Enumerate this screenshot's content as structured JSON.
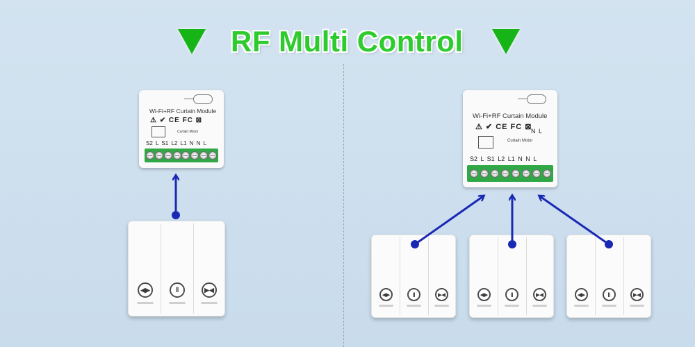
{
  "title": "RF Multi Control",
  "colors": {
    "title_green": "#2ecb2e",
    "arrow_green": "#16b416",
    "wire_blue": "#1a28b4",
    "terminal_green": "#2fa845"
  },
  "module": {
    "name": "Wi-Fi+RF Curtain Module",
    "certifications": "⚠ ✔ CE FC ⊠",
    "motor_label": "Curtain Motor",
    "pins_left": "S2  L  S1  L2  L1  N  N  L",
    "pins_right": "N   L"
  },
  "switch_icons": [
    "open-icon",
    "pause-icon",
    "close-icon"
  ]
}
